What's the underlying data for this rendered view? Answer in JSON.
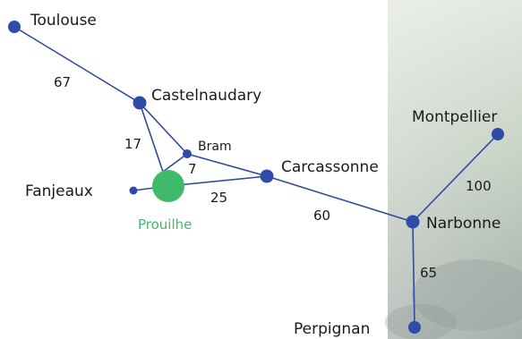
{
  "colors": {
    "node": "#2f4aa8",
    "road": "#2f4a9e",
    "highlight": "#3fba6b",
    "label": "#1a1a1a"
  },
  "cities": {
    "toulouse": "Toulouse",
    "castelnaudary": "Castelnaudary",
    "bram": "Bram",
    "fanjeaux": "Fanjeaux",
    "prouilhe": "Prouilhe",
    "carcassonne": "Carcassonne",
    "montpellier": "Montpellier",
    "narbonne": "Narbonne",
    "perpignan": "Perpignan"
  },
  "distances": {
    "toulouse_castelnaudary": "67",
    "castelnaudary_prouilhe": "17",
    "bram_prouilhe": "7",
    "prouilhe_carcassonne": "25",
    "carcassonne_narbonne": "60",
    "montpellier_narbonne": "100",
    "narbonne_perpignan": "65"
  }
}
